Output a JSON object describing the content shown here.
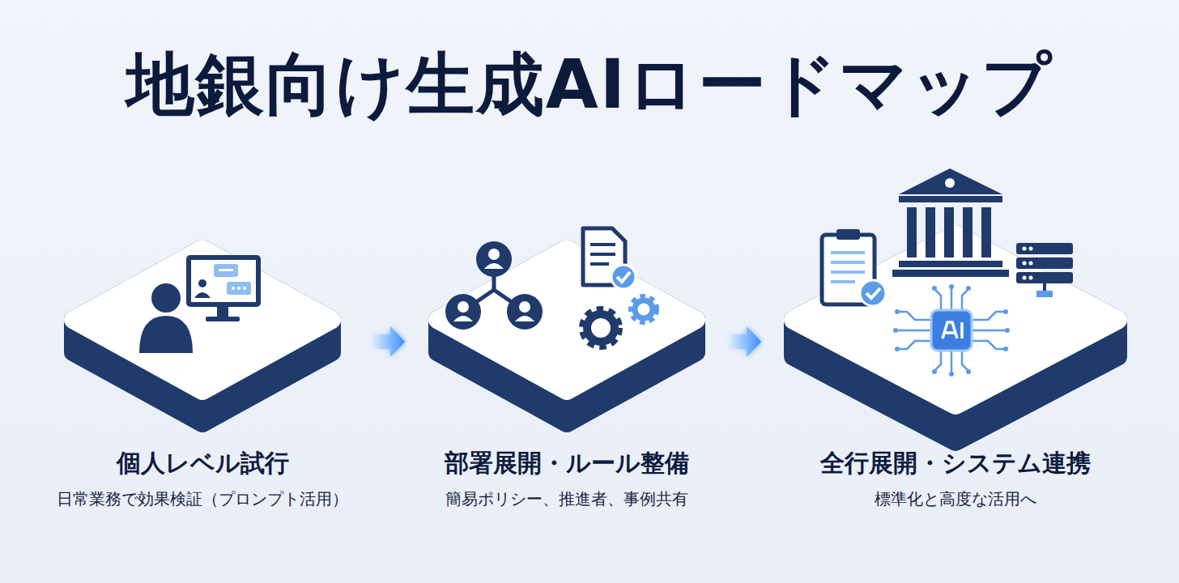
{
  "diagram": {
    "title": "地銀向け生成AIロードマップ",
    "nodes": [
      {
        "text": [
          "個人レベル試行",
          "日常業務で効果検証（プロンプト活用）"
        ]
      },
      {
        "text": [
          "部署展開・ルール整備",
          "簡易ポリシー、推進者、事例共有"
        ]
      },
      {
        "text": [
          "全行展開・システム連携",
          "標準化と高度な活用へ"
        ]
      }
    ],
    "edges": [
      {
        "from": 0,
        "to": 1,
        "arrow": "to"
      },
      {
        "from": 1,
        "to": 2,
        "arrow": "to"
      }
    ]
  }
}
